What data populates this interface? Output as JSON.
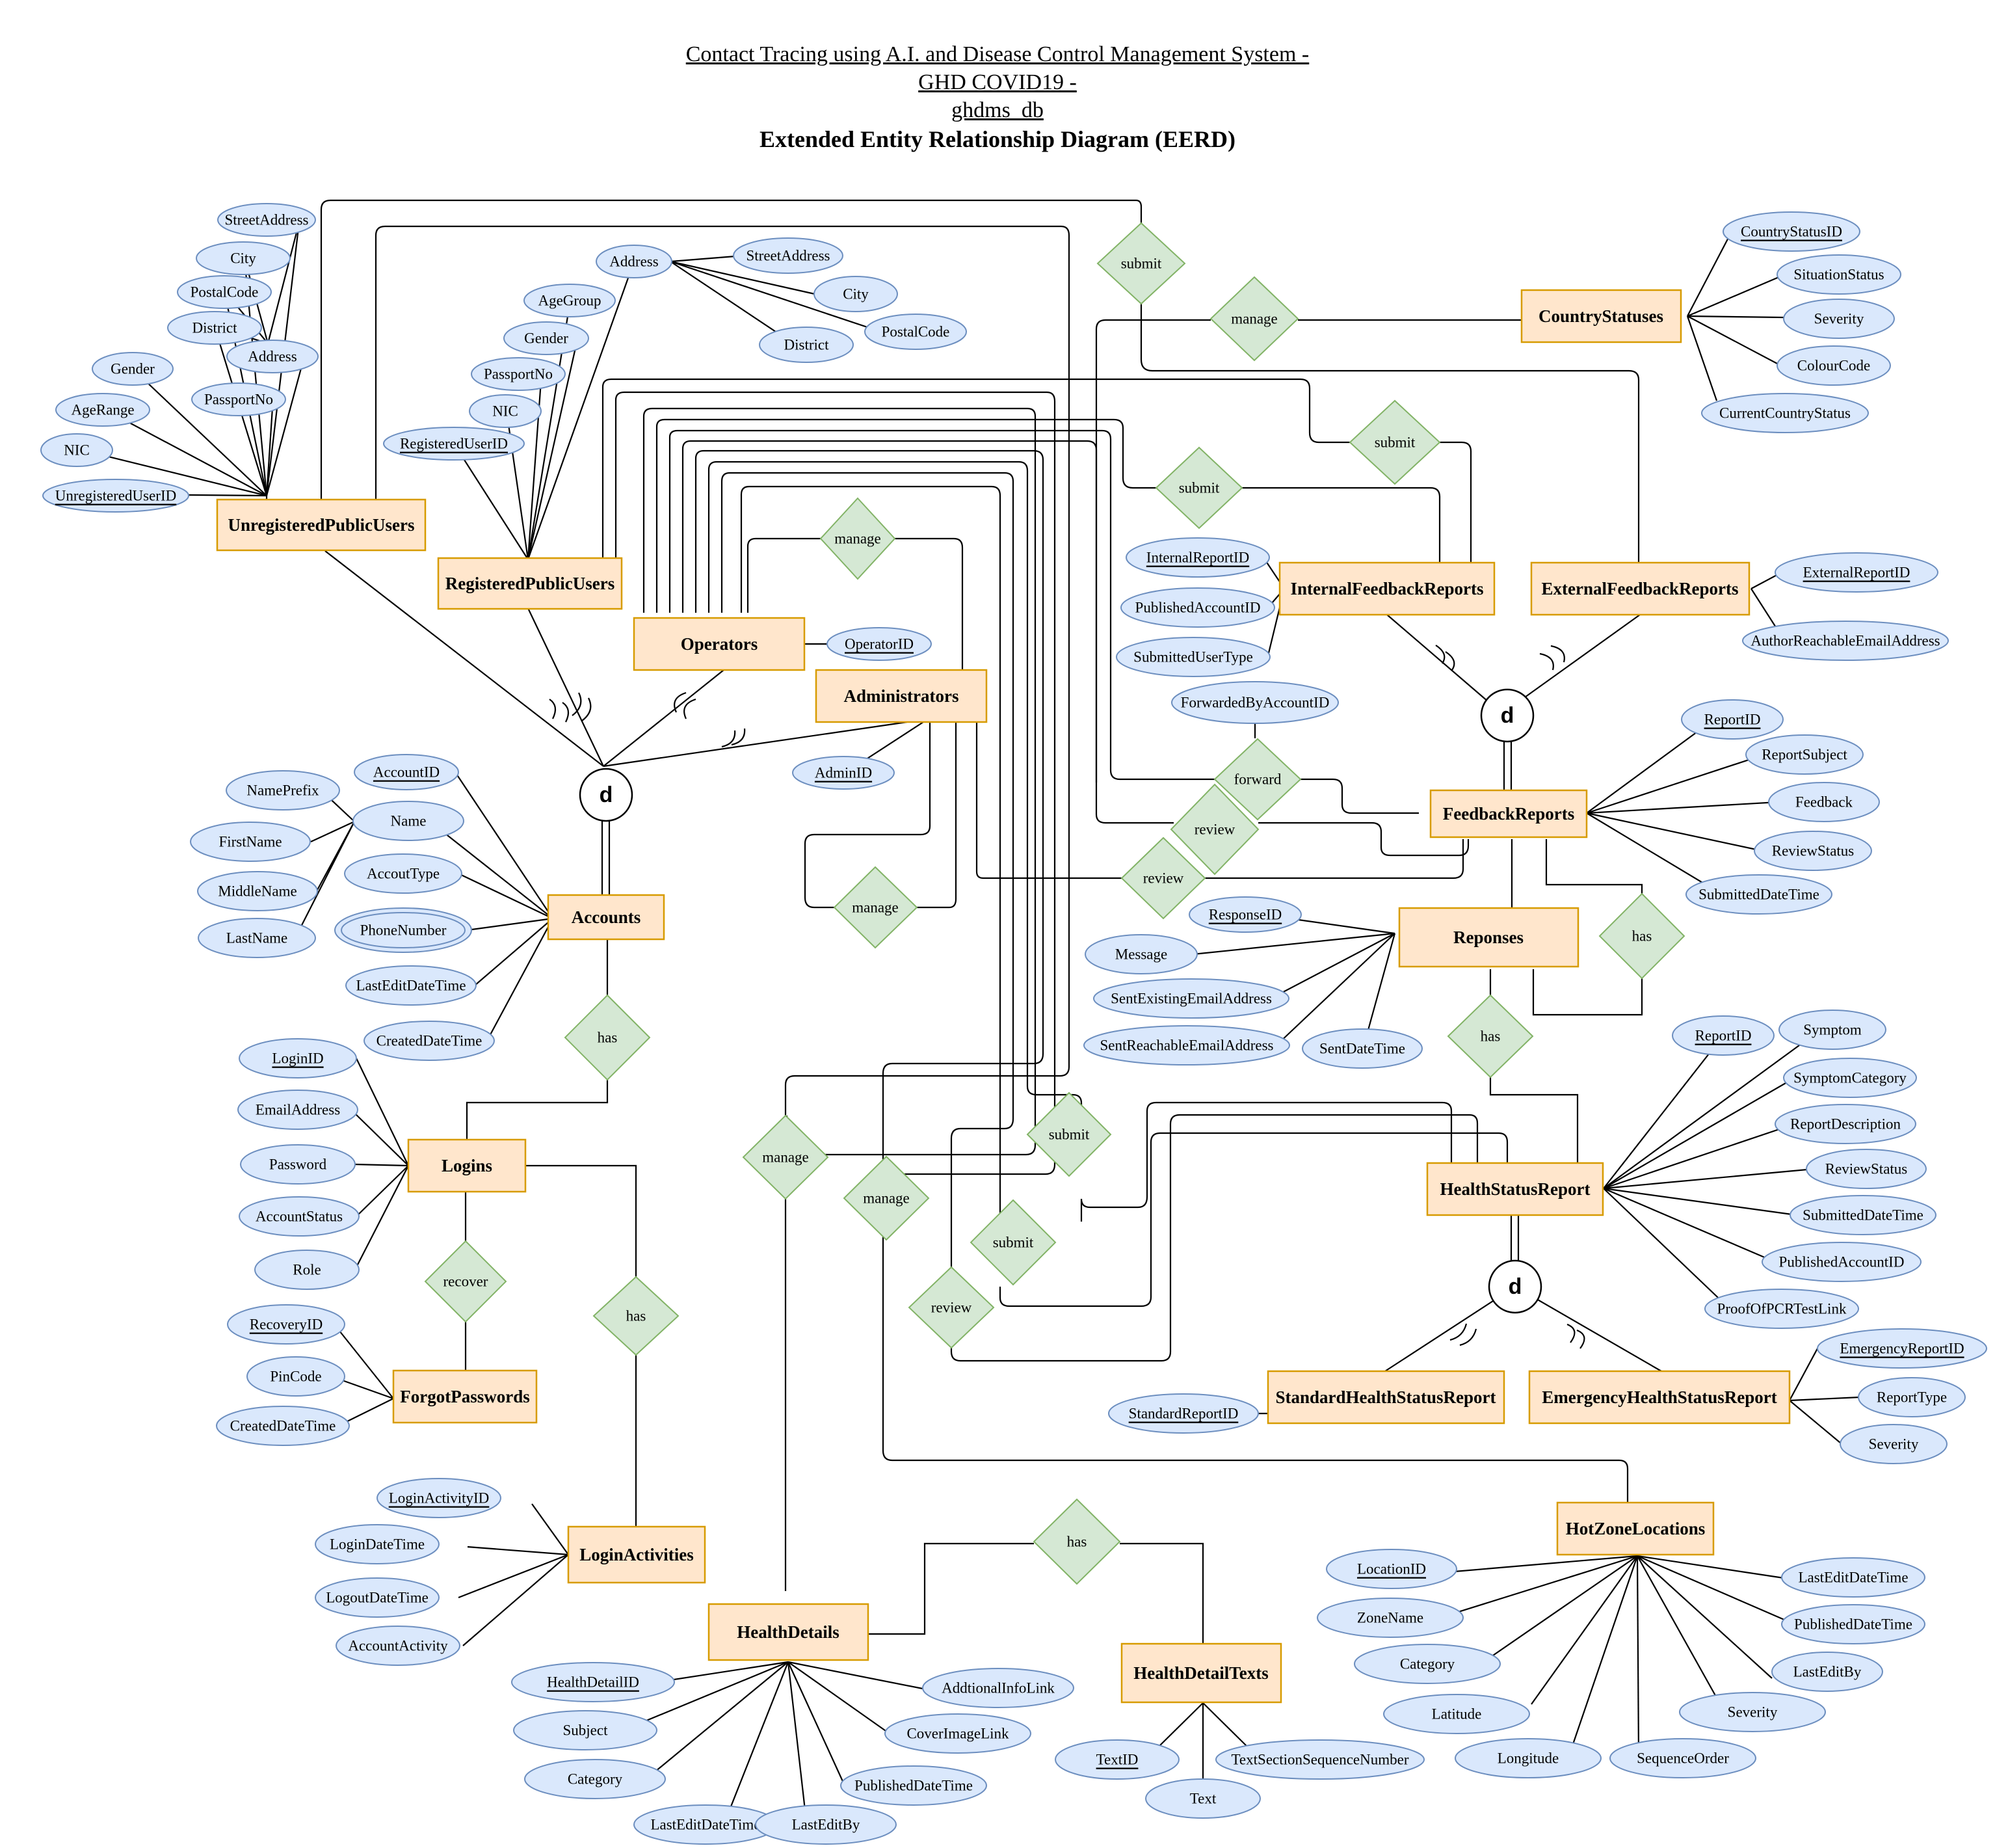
{
  "title": {
    "line1": "Contact Tracing using A.I. and Disease Control Management System -",
    "line2": "GHD COVID19 -",
    "line3": "ghdms_db",
    "line4": "Extended Entity Relationship Diagram (EERD)"
  },
  "entities": {
    "UnregisteredPublicUsers": "UnregisteredPublicUsers",
    "RegisteredPublicUsers": "RegisteredPublicUsers",
    "Operators": "Operators",
    "Administrators": "Administrators",
    "Accounts": "Accounts",
    "Logins": "Logins",
    "ForgotPasswords": "ForgotPasswords",
    "LoginActivities": "LoginActivities",
    "HealthDetails": "HealthDetails",
    "HealthDetailTexts": "HealthDetailTexts",
    "CountryStatuses": "CountryStatuses",
    "InternalFeedbackReports": "InternalFeedbackReports",
    "ExternalFeedbackReports": "ExternalFeedbackReports",
    "FeedbackReports": "FeedbackReports",
    "Reponses": "Reponses",
    "HealthStatusReport": "HealthStatusReport",
    "StandardHealthStatusReport": "StandardHealthStatusReport",
    "EmergencyHealthStatusReport": "EmergencyHealthStatusReport",
    "HotZoneLocations": "HotZoneLocations"
  },
  "attributes": {
    "unreg": {
      "StreetAddress": "StreetAddress",
      "City": "City",
      "PostalCode": "PostalCode",
      "District": "District",
      "Address": "Address",
      "PassportNo": "PassportNo",
      "Gender": "Gender",
      "AgeRange": "AgeRange",
      "NIC": "NIC",
      "UnregisteredUserID": "UnregisteredUserID"
    },
    "reg": {
      "Address": "Address",
      "StreetAddress": "StreetAddress",
      "City": "City",
      "PostalCode": "PostalCode",
      "District": "District",
      "AgeGroup": "AgeGroup",
      "Gender": "Gender",
      "PassportNo": "PassportNo",
      "NIC": "NIC",
      "RegisteredUserID": "RegisteredUserID"
    },
    "operators": {
      "OperatorID": "OperatorID"
    },
    "admins": {
      "AdminID": "AdminID"
    },
    "accounts": {
      "NamePrefix": "NamePrefix",
      "AccountID": "AccountID",
      "Name": "Name",
      "FirstName": "FirstName",
      "MiddleName": "MiddleName",
      "LastName": "LastName",
      "AccoutType": "AccoutType",
      "PhoneNumber": "PhoneNumber",
      "LastEditDateTime": "LastEditDateTime",
      "CreatedDateTime": "CreatedDateTime"
    },
    "logins": {
      "LoginID": "LoginID",
      "EmailAddress": "EmailAddress",
      "Password": "Password",
      "AccountStatus": "AccountStatus",
      "Role": "Role"
    },
    "forgot": {
      "RecoveryID": "RecoveryID",
      "PinCode": "PinCode",
      "CreatedDateTime": "CreatedDateTime"
    },
    "loginact": {
      "LoginActivityID": "LoginActivityID",
      "LoginDateTime": "LoginDateTime",
      "LogoutDateTime": "LogoutDateTime",
      "AccountActivity": "AccountActivity"
    },
    "healthdetails": {
      "HealthDetailID": "HealthDetailID",
      "Subject": "Subject",
      "Category": "Category",
      "LastEditDateTime": "LastEditDateTime",
      "LastEditBy": "LastEditBy",
      "PublishedDateTime": "PublishedDateTime",
      "CoverImageLink": "CoverImageLink",
      "AddtionalInfoLink": "AddtionalInfoLink"
    },
    "hdtexts": {
      "TextID": "TextID",
      "Text": "Text",
      "TextSectionSequenceNumber": "TextSectionSequenceNumber"
    },
    "country": {
      "CountryStatusID": "CountryStatusID",
      "SituationStatus": "SituationStatus",
      "Severity": "Severity",
      "ColourCode": "ColourCode",
      "CurrentCountryStatus": "CurrentCountryStatus"
    },
    "internal": {
      "InternalReportID": "InternalReportID",
      "PublishedAccountID": "PublishedAccountID",
      "SubmittedUserType": "SubmittedUserType"
    },
    "external": {
      "ExternalReportID": "ExternalReportID",
      "AuthorReachableEmailAddress": "AuthorReachableEmailAddress"
    },
    "forward": {
      "ForwardedByAccountID": "ForwardedByAccountID"
    },
    "feedback": {
      "ReportID": "ReportID",
      "ReportSubject": "ReportSubject",
      "Feedback": "Feedback",
      "ReviewStatus": "ReviewStatus",
      "SubmittedDateTime": "SubmittedDateTime"
    },
    "responses": {
      "ResponseID": "ResponseID",
      "Message": "Message",
      "SentExistingEmailAddress": "SentExistingEmailAddress",
      "SentReachableEmailAddress": "SentReachableEmailAddress",
      "SentDateTime": "SentDateTime"
    },
    "hsr": {
      "ReportID": "ReportID",
      "Symptom": "Symptom",
      "SymptomCategory": "SymptomCategory",
      "ReportDescription": "ReportDescription",
      "ReviewStatus": "ReviewStatus",
      "SubmittedDateTime": "SubmittedDateTime",
      "PublishedAccountID": "PublishedAccountID",
      "ProofOfPCRTestLink": "ProofOfPCRTestLink"
    },
    "standard": {
      "StandardReportID": "StandardReportID"
    },
    "emergency": {
      "EmergencyReportID": "EmergencyReportID",
      "ReportType": "ReportType",
      "Severity": "Severity"
    },
    "hotzone": {
      "LocationID": "LocationID",
      "ZoneName": "ZoneName",
      "Category": "Category",
      "Latitude": "Latitude",
      "Longitude": "Longitude",
      "SequenceOrder": "SequenceOrder",
      "Severity": "Severity",
      "LastEditBy": "LastEditBy",
      "PublishedDateTime": "PublishedDateTime",
      "LastEditDateTime": "LastEditDateTime"
    }
  },
  "relationships": {
    "submit": "submit",
    "manage": "manage",
    "forward": "forward",
    "review": "review",
    "has": "has",
    "recover": "recover"
  },
  "disjoint_label": "d",
  "colors": {
    "entity_fill": "#ffe6cc",
    "entity_border": "#d79b00",
    "attribute_fill": "#dae8fc",
    "attribute_border": "#6c8ebf",
    "relationship_fill": "#d5e8d4",
    "relationship_border": "#82b366"
  }
}
